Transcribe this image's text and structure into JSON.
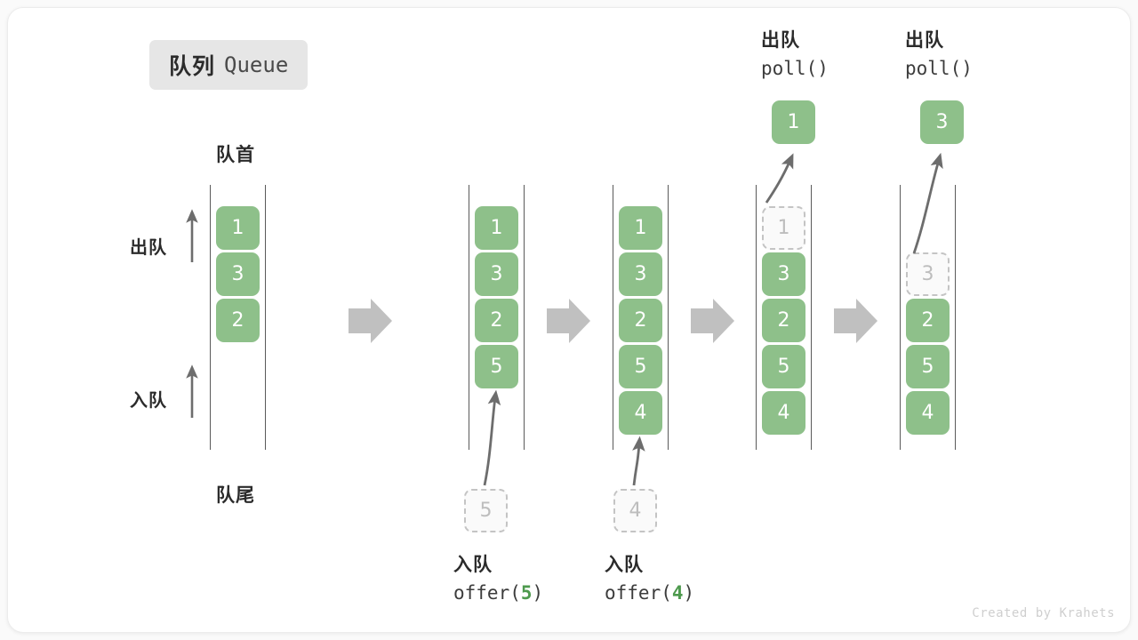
{
  "title": {
    "cn": "队列",
    "en": "Queue"
  },
  "labels": {
    "head": "队首",
    "tail": "队尾",
    "dequeue_side": "出队",
    "enqueue_side": "入队"
  },
  "colors": {
    "element": "#8ec08a",
    "ghost_border": "#c4c4c4",
    "ghost_text": "#bdbdbd",
    "rail": "#5a5a5a",
    "step_arrow": "#c0c0c0",
    "accent_arg": "#4e9a4e",
    "chip_bg": "#e6e6e6",
    "text": "#2b2b2b"
  },
  "columns": [
    {
      "id": "initial",
      "slots": [
        {
          "value": "1",
          "state": "filled"
        },
        {
          "value": "3",
          "state": "filled"
        },
        {
          "value": "2",
          "state": "filled"
        }
      ]
    },
    {
      "id": "after-offer-5",
      "slots": [
        {
          "value": "1",
          "state": "filled"
        },
        {
          "value": "3",
          "state": "filled"
        },
        {
          "value": "2",
          "state": "filled"
        },
        {
          "value": "5",
          "state": "filled"
        }
      ],
      "incoming": {
        "value": "5"
      },
      "caption": {
        "cn": "入队",
        "fn": "offer(",
        "arg": "5",
        "close": ")"
      }
    },
    {
      "id": "after-offer-4",
      "slots": [
        {
          "value": "1",
          "state": "filled"
        },
        {
          "value": "3",
          "state": "filled"
        },
        {
          "value": "2",
          "state": "filled"
        },
        {
          "value": "5",
          "state": "filled"
        },
        {
          "value": "4",
          "state": "filled"
        }
      ],
      "incoming": {
        "value": "4"
      },
      "caption": {
        "cn": "入队",
        "fn": "offer(",
        "arg": "4",
        "close": ")"
      }
    },
    {
      "id": "after-poll-1",
      "slots": [
        {
          "value": "1",
          "state": "ghost"
        },
        {
          "value": "3",
          "state": "filled"
        },
        {
          "value": "2",
          "state": "filled"
        },
        {
          "value": "5",
          "state": "filled"
        },
        {
          "value": "4",
          "state": "filled"
        }
      ],
      "popped": {
        "value": "1"
      },
      "header": {
        "cn": "出队",
        "fn": "poll()"
      }
    },
    {
      "id": "after-poll-3",
      "slots": [
        {
          "value": "",
          "state": "empty"
        },
        {
          "value": "3",
          "state": "ghost"
        },
        {
          "value": "2",
          "state": "filled"
        },
        {
          "value": "5",
          "state": "filled"
        },
        {
          "value": "4",
          "state": "filled"
        }
      ],
      "popped": {
        "value": "3"
      },
      "header": {
        "cn": "出队",
        "fn": "poll()"
      }
    }
  ],
  "credit": "Created by Krahets"
}
